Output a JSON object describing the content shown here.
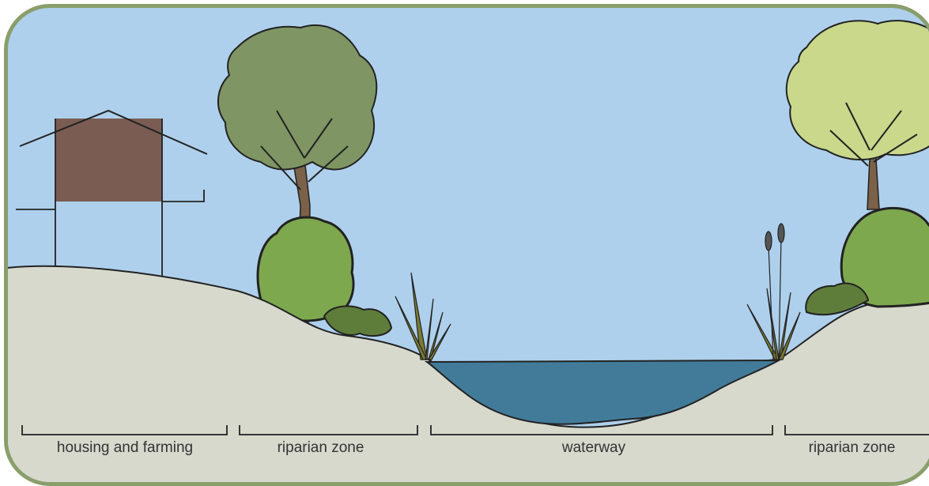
{
  "zones": [
    {
      "label": "housing and farming"
    },
    {
      "label": "riparian zone"
    },
    {
      "label": "waterway"
    },
    {
      "label": "riparian zone"
    }
  ],
  "colors": {
    "sky": "#aed0ec",
    "ground": "#d7d9cd",
    "water": "#427b9a",
    "house": "#7a5c52",
    "tree_left": "#7f9563",
    "tree_right": "#c9d88a",
    "trunk": "#7a6148",
    "shrub": "#7da84e",
    "reeds": "#7b7a34",
    "frame": "#8a9e6c"
  }
}
